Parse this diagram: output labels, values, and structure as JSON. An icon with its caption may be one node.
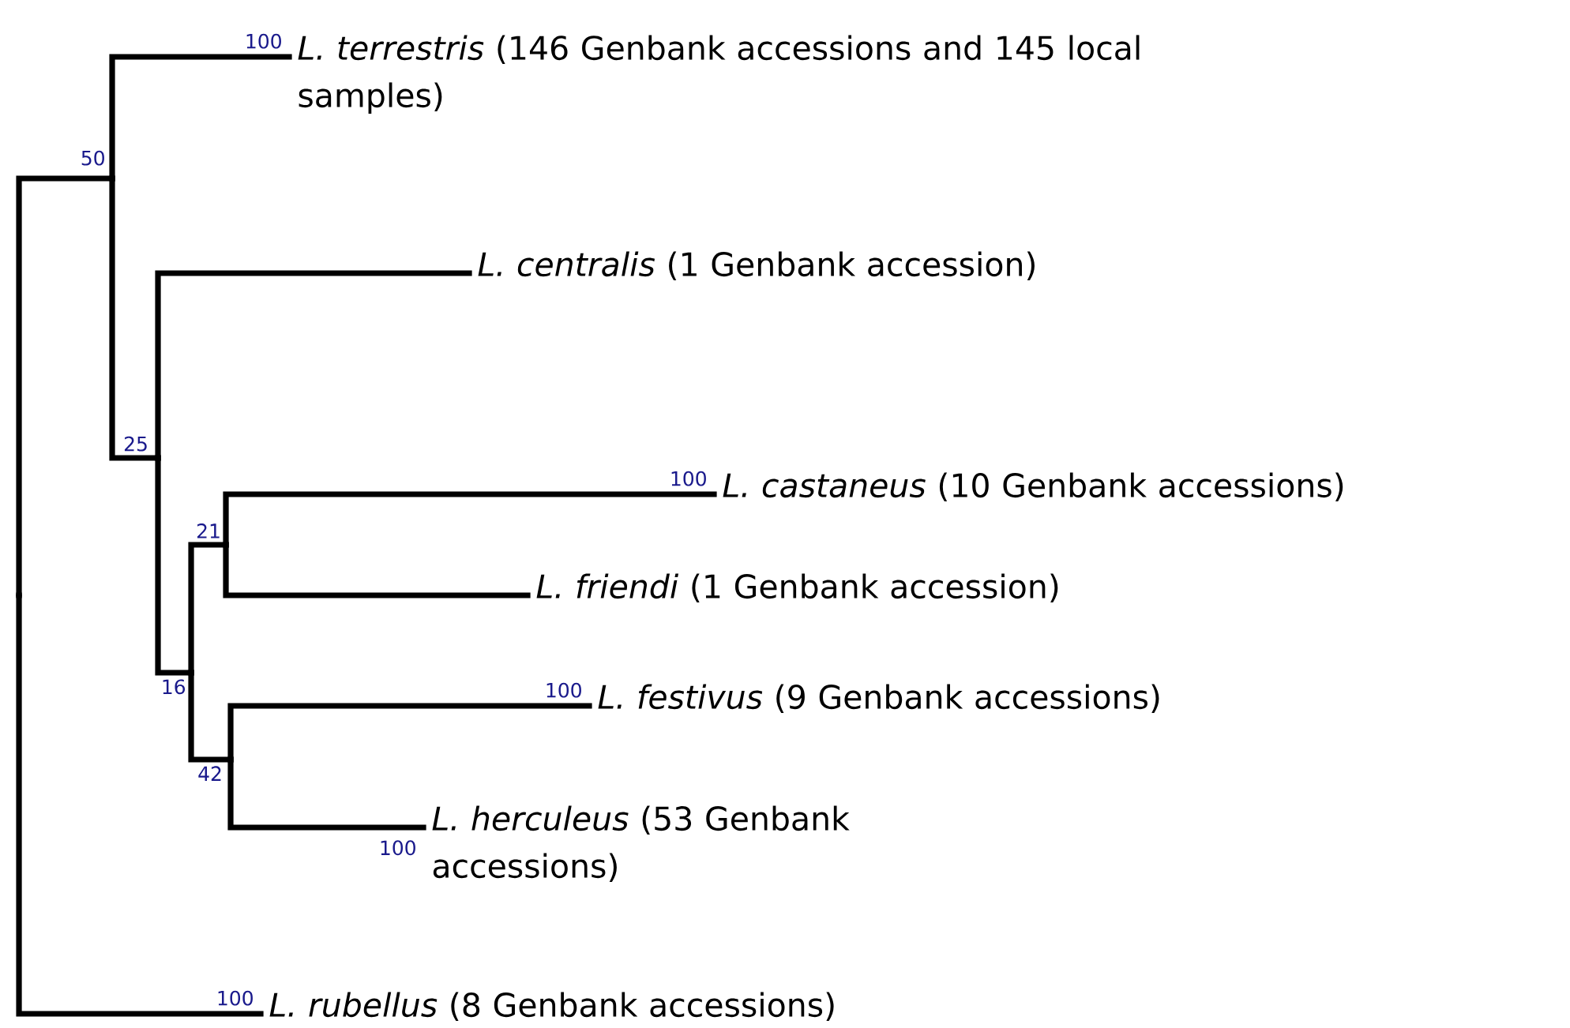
{
  "diagram": {
    "nodes": [
      {
        "text": [],
        "shape": "point"
      },
      {
        "text": [
          "50"
        ]
      },
      {
        "text": [
          "*L. terrestris* (146 Genbank accessions and 145 local samples)"
        ],
        "beside": [
          "100"
        ]
      },
      {
        "text": [
          "25"
        ]
      },
      {
        "text": [
          "*L. centralis* (1 Genbank accession)"
        ]
      },
      {
        "text": [
          "16"
        ]
      },
      {
        "text": [
          "21"
        ]
      },
      {
        "text": [
          "*L. castaneus* (10 Genbank accessions)"
        ],
        "beside": [
          "100"
        ]
      },
      {
        "text": [
          "*L. friendi* (1 Genbank accession)"
        ]
      },
      {
        "text": [
          "42"
        ]
      },
      {
        "text": [
          "*L. festivus* (9 Genbank accessions)"
        ],
        "beside": [
          "100"
        ]
      },
      {
        "text": [
          "*L. herculeus* (53 Genbank accessions)"
        ],
        "beside": [
          "100"
        ]
      },
      {
        "text": [
          "*L. rubellus* (8 Genbank accessions)"
        ],
        "beside": [
          "100"
        ]
      }
    ],
    "edges": [
      {
        "from": 0,
        "to": 1,
        "arrow": "none"
      },
      {
        "from": 0,
        "to": 12,
        "arrow": "none"
      },
      {
        "from": 1,
        "to": 2,
        "arrow": "none"
      },
      {
        "from": 1,
        "to": 3,
        "arrow": "none"
      },
      {
        "from": 3,
        "to": 4,
        "arrow": "none"
      },
      {
        "from": 3,
        "to": 5,
        "arrow": "none"
      },
      {
        "from": 5,
        "to": 6,
        "arrow": "none"
      },
      {
        "from": 5,
        "to": 9,
        "arrow": "none"
      },
      {
        "from": 6,
        "to": 7,
        "arrow": "none"
      },
      {
        "from": 6,
        "to": 8,
        "arrow": "none"
      },
      {
        "from": 9,
        "to": 10,
        "arrow": "none"
      },
      {
        "from": 9,
        "to": 11,
        "arrow": "none"
      }
    ]
  }
}
